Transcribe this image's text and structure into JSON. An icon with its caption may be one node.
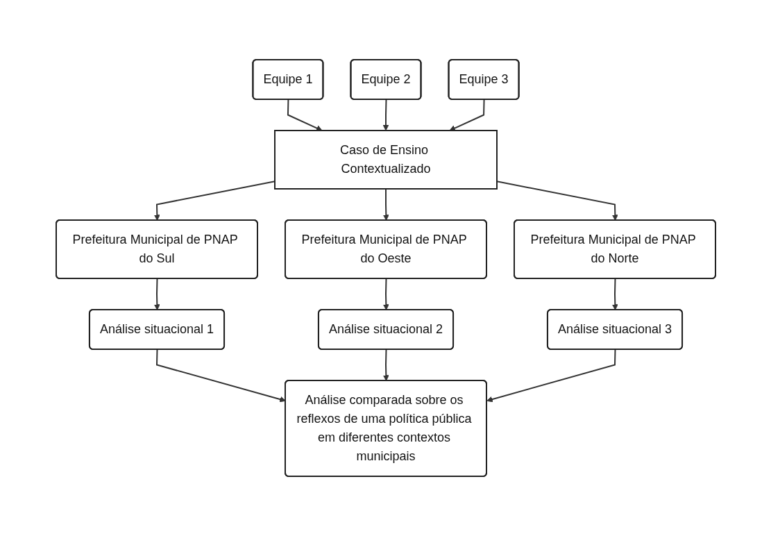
{
  "diagram": {
    "nodes": [
      {
        "text": [
          "Equipe 1"
        ]
      },
      {
        "text": [
          "Equipe 2"
        ]
      },
      {
        "text": [
          "Equipe 3"
        ]
      },
      {
        "text": [
          "Caso de Ensino Contextualizado"
        ]
      },
      {
        "text": [
          "Prefeitura Municipal de PNAP do Sul"
        ]
      },
      {
        "text": [
          "Prefeitura Municipal de PNAP do Oeste"
        ]
      },
      {
        "text": [
          "Prefeitura Municipal de PNAP do Norte"
        ]
      },
      {
        "text": [
          "Análise situacional 1"
        ]
      },
      {
        "text": [
          "Análise situacional 2"
        ]
      },
      {
        "text": [
          "Análise situacional 3"
        ]
      },
      {
        "text": [
          "Análise comparada sobre os reflexos de uma política pública em diferentes contextos municipais"
        ]
      }
    ],
    "edges": [
      {
        "from": 0,
        "to": 3,
        "arrow": "to"
      },
      {
        "from": 1,
        "to": 3,
        "arrow": "to"
      },
      {
        "from": 2,
        "to": 3,
        "arrow": "to"
      },
      {
        "from": 3,
        "to": 4,
        "arrow": "to"
      },
      {
        "from": 3,
        "to": 5,
        "arrow": "to"
      },
      {
        "from": 3,
        "to": 6,
        "arrow": "to"
      },
      {
        "from": 4,
        "to": 7,
        "arrow": "to"
      },
      {
        "from": 5,
        "to": 8,
        "arrow": "to"
      },
      {
        "from": 6,
        "to": 9,
        "arrow": "to"
      },
      {
        "from": 7,
        "to": 10,
        "arrow": "to"
      },
      {
        "from": 8,
        "to": 10,
        "arrow": "to"
      },
      {
        "from": 9,
        "to": 10,
        "arrow": "to"
      }
    ]
  }
}
